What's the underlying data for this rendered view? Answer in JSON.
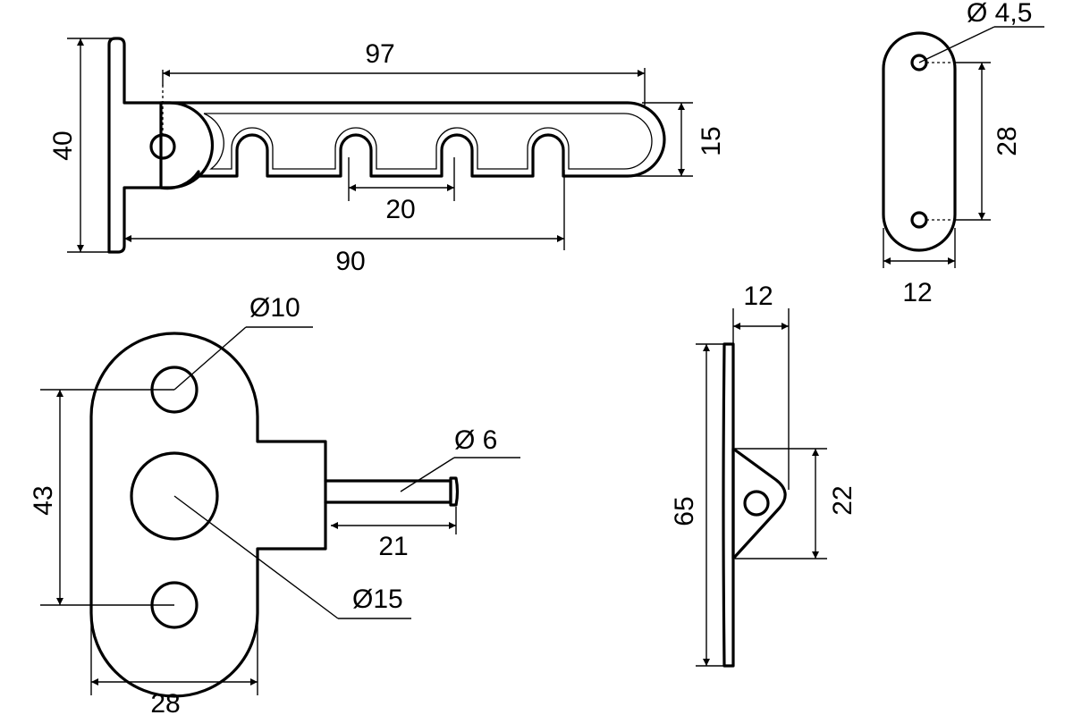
{
  "dimensions": {
    "arm_length_total": "97",
    "bracket_height": "40",
    "arm_width": "15",
    "notch_pitch": "20",
    "last_notch_distance": "90",
    "plate_hole_diameter": "Ø 4,5",
    "plate_hole_spacing": "28",
    "plate_width": "12",
    "mount_hole_diameter": "Ø10",
    "pin_diameter": "Ø 6",
    "center_boss_diameter": "Ø15",
    "mount_hole_spacing": "43",
    "pin_length": "21",
    "mount_width": "28",
    "bracket_depth": "12",
    "bracket_length": "65",
    "eye_height": "22"
  }
}
